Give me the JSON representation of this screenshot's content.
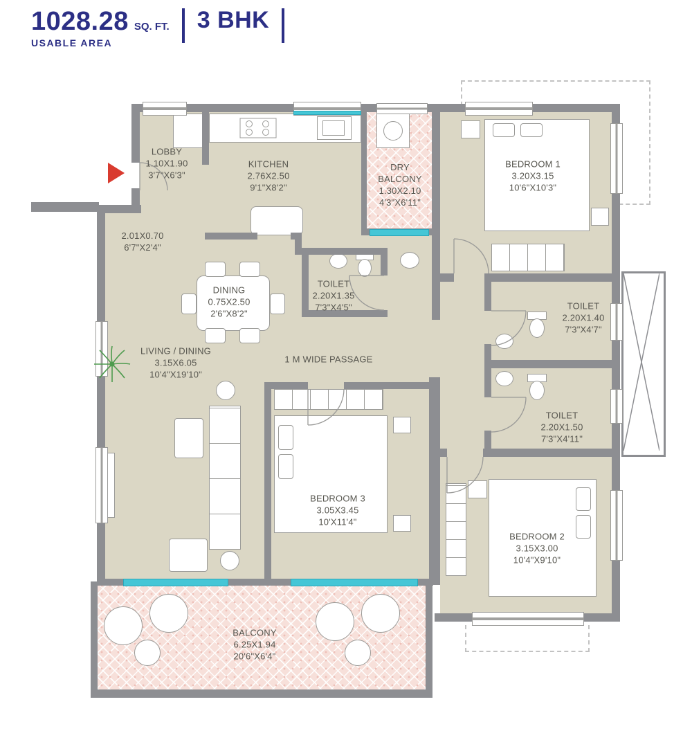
{
  "header": {
    "area_value": "1028.28",
    "area_unit": "SQ. FT.",
    "area_caption": "USABLE AREA",
    "unit_type": "3 BHK"
  },
  "rooms": {
    "lobby": {
      "name": "LOBBY",
      "dim_m": "1.10X1.90",
      "dim_ft": "3'7\"X6'3\""
    },
    "kitchen": {
      "name": "KITCHEN",
      "dim_m": "2.76X2.50",
      "dim_ft": "9'1\"X8'2\""
    },
    "dry_balcony": {
      "name": "DRY BALCONY",
      "dim_m": "1.30X2.10",
      "dim_ft": "4'3\"X6'11\""
    },
    "bedroom1": {
      "name": "BEDROOM 1",
      "dim_m": "3.20X3.15",
      "dim_ft": "10'6\"X10'3\""
    },
    "entry_passage": {
      "dim_m": "2.01X0.70",
      "dim_ft": "6'7\"X2'4\""
    },
    "dining": {
      "name": "DINING",
      "dim_m": "0.75X2.50",
      "dim_ft": "2'6\"X8'2\""
    },
    "toilet1": {
      "name": "TOILET",
      "dim_m": "2.20X1.35",
      "dim_ft": "7'3\"X4'5\""
    },
    "toilet2": {
      "name": "TOILET",
      "dim_m": "2.20X1.40",
      "dim_ft": "7'3\"X4'7\""
    },
    "living_dining": {
      "name": "LIVING / DINING",
      "dim_m": "3.15X6.05",
      "dim_ft": "10'4\"X19'10\""
    },
    "passage": {
      "name": "1 M WIDE PASSAGE"
    },
    "toilet3": {
      "name": "TOILET",
      "dim_m": "2.20X1.50",
      "dim_ft": "7'3\"X4'11\""
    },
    "bedroom3": {
      "name": "BEDROOM 3",
      "dim_m": "3.05X3.45",
      "dim_ft": "10'X11'4\""
    },
    "bedroom2": {
      "name": "BEDROOM 2",
      "dim_m": "3.15X3.00",
      "dim_ft": "10'4\"X9'10\""
    },
    "balcony": {
      "name": "BALCONY",
      "dim_m": "6.25X1.94",
      "dim_ft": "20'6\"X6'4\""
    }
  },
  "colors": {
    "accent_navy": "#2c2f85",
    "wall_gray": "#8d8e92",
    "floor_beige": "#dbd7c5",
    "balcony_pink": "#f7e0da",
    "glass_teal": "#45c6d6",
    "entry_red": "#d93b2f",
    "plant_green": "#4e9b4e"
  },
  "icons": {
    "entry_arrow": "css-right-triangle",
    "plant": "svg-starburst",
    "stove": "svg-four-burners",
    "sink": "rect-inset",
    "washing_machine": "square-with-circle",
    "wc": "cistern-plus-bowl",
    "washbasin": "oval",
    "duct": "x-crossed-box",
    "door": "quarter-arc"
  }
}
